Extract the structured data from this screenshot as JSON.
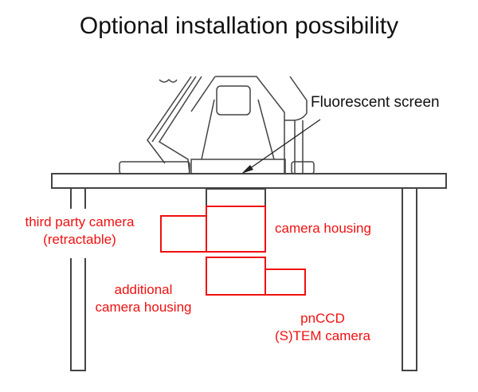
{
  "title": "Optional installation possibility",
  "labels": {
    "fluorescent_screen": "Fluorescent screen",
    "third_party_camera": [
      "third party camera",
      "(retractable)"
    ],
    "camera_housing": "camera housing",
    "additional_housing": [
      "additional",
      "camera housing"
    ],
    "pnccd": [
      "pnCCD",
      "(S)TEM camera"
    ]
  },
  "colors": {
    "highlight": "#f01010",
    "line": "#333333"
  }
}
